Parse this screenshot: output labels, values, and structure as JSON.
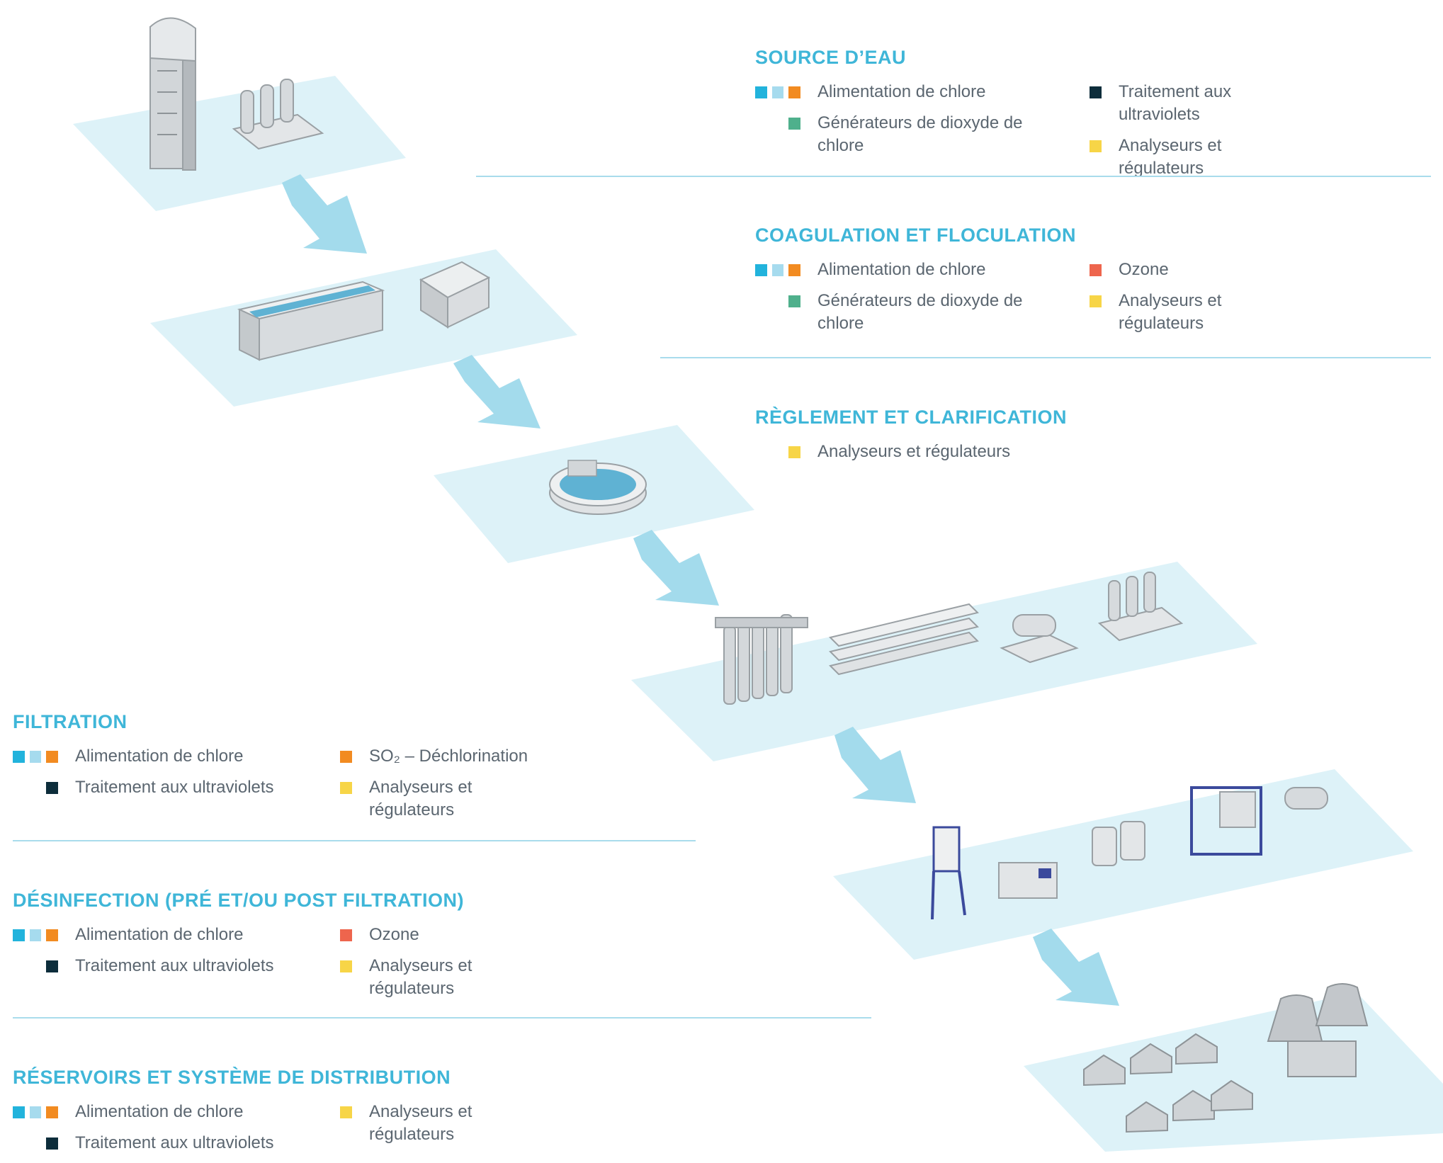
{
  "colors": {
    "chlorine_1": "#22b3dc",
    "chlorine_2": "#a6dbee",
    "chlorine_3": "#f28b21",
    "so2": "#f28b21",
    "uv": "#0d2d3b",
    "chlorine_dioxide": "#4fb08c",
    "analyzers": "#f7d547",
    "ozone": "#ee654d",
    "heading": "#3fb6d8",
    "platform": "#ddf2f8",
    "arrow": "#a3dbec"
  },
  "stages": [
    {
      "title": "SOURCE D’EAU",
      "columns": [
        [
          {
            "icons": [
              "chlorine_1",
              "chlorine_2",
              "chlorine_3"
            ],
            "label": "Alimentation de chlore"
          },
          {
            "icons": [
              "chlorine_dioxide"
            ],
            "label": "Générateurs de dioxyde de chlore"
          }
        ],
        [
          {
            "icons": [
              "uv"
            ],
            "label": "Traitement aux ultraviolets"
          },
          {
            "icons": [
              "analyzers"
            ],
            "label": "Analyseurs et régulateurs"
          }
        ]
      ]
    },
    {
      "title": "COAGULATION ET FLOCULATION",
      "columns": [
        [
          {
            "icons": [
              "chlorine_1",
              "chlorine_2",
              "chlorine_3"
            ],
            "label": "Alimentation de chlore"
          },
          {
            "icons": [
              "chlorine_dioxide"
            ],
            "label": "Générateurs de dioxyde de chlore"
          }
        ],
        [
          {
            "icons": [
              "ozone"
            ],
            "label": "Ozone"
          },
          {
            "icons": [
              "analyzers"
            ],
            "label": "Analyseurs et régulateurs"
          }
        ]
      ]
    },
    {
      "title": "RÈGLEMENT ET CLARIFICATION",
      "columns": [
        [
          {
            "icons": [
              "analyzers"
            ],
            "label": "Analyseurs et régulateurs"
          }
        ]
      ]
    },
    {
      "title": "FILTRATION",
      "columns": [
        [
          {
            "icons": [
              "chlorine_1",
              "chlorine_2",
              "chlorine_3"
            ],
            "label": "Alimentation de chlore"
          },
          {
            "icons": [
              "uv"
            ],
            "label": "Traitement aux ultraviolets"
          }
        ],
        [
          {
            "icons": [
              "so2"
            ],
            "label": "SO₂ – Déchlorination"
          },
          {
            "icons": [
              "analyzers"
            ],
            "label": "Analyseurs et régulateurs"
          }
        ]
      ]
    },
    {
      "title": "DÉSINFECTION (PRÉ ET/OU POST FILTRATION)",
      "columns": [
        [
          {
            "icons": [
              "chlorine_1",
              "chlorine_2",
              "chlorine_3"
            ],
            "label": "Alimentation de chlore"
          },
          {
            "icons": [
              "uv"
            ],
            "label": "Traitement aux ultraviolets"
          }
        ],
        [
          {
            "icons": [
              "ozone"
            ],
            "label": "Ozone"
          },
          {
            "icons": [
              "analyzers"
            ],
            "label": "Analyseurs et régulateurs"
          }
        ]
      ]
    },
    {
      "title": "RÉSERVOIRS ET SYSTÈME DE DISTRIBUTION",
      "columns": [
        [
          {
            "icons": [
              "chlorine_1",
              "chlorine_2",
              "chlorine_3"
            ],
            "label": "Alimentation de chlore"
          },
          {
            "icons": [
              "uv"
            ],
            "label": "Traitement aux ultraviolets"
          }
        ],
        [
          {
            "icons": [
              "analyzers"
            ],
            "label": "Analyseurs et régulateurs"
          }
        ]
      ]
    }
  ]
}
